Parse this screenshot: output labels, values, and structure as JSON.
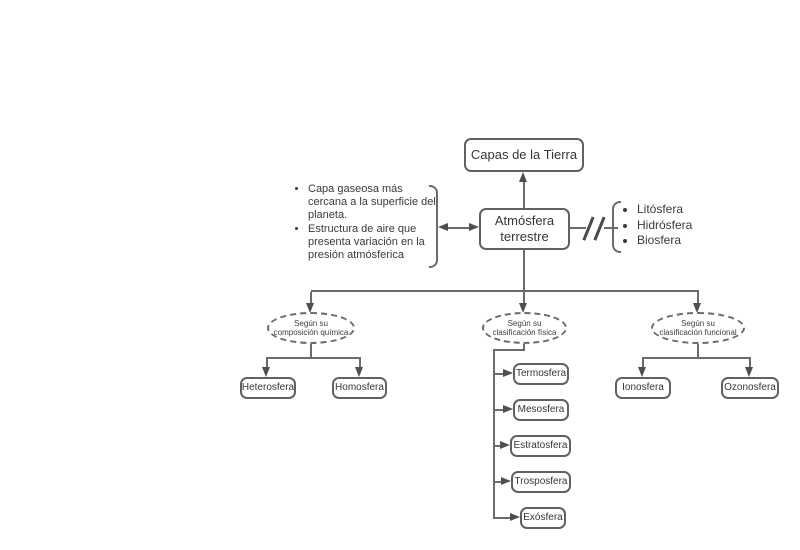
{
  "colors": {
    "stroke": "#616161",
    "arrow": "#4f4f4f",
    "node_fill": "#ffffff",
    "text": "#333333"
  },
  "root": {
    "title": "Capas de la Tierra"
  },
  "center": {
    "line1": "Atmósfera",
    "line2": "terrestre"
  },
  "left_notes": {
    "items": [
      "Capa gaseosa más cercana a la superficie del planeta.",
      "Estructura de aire que presenta variación en la presión atmósferica"
    ]
  },
  "right_notes": {
    "items": [
      "Litósfera",
      "Hidrósfera",
      "Biosfera"
    ]
  },
  "categories": [
    {
      "line1": "Según su",
      "line2": "composición química",
      "children": [
        "Heterosfera",
        "Homosfera"
      ]
    },
    {
      "line1": "Según su",
      "line2": "clasificación física",
      "children": [
        "Termosfera",
        "Mesosfera",
        "Estratosfera",
        "Trosposfera",
        "Exósfera"
      ]
    },
    {
      "line1": "Según su",
      "line2": "clasificación funcional",
      "children": [
        "Ionosfera",
        "Ozonosfera"
      ]
    }
  ]
}
